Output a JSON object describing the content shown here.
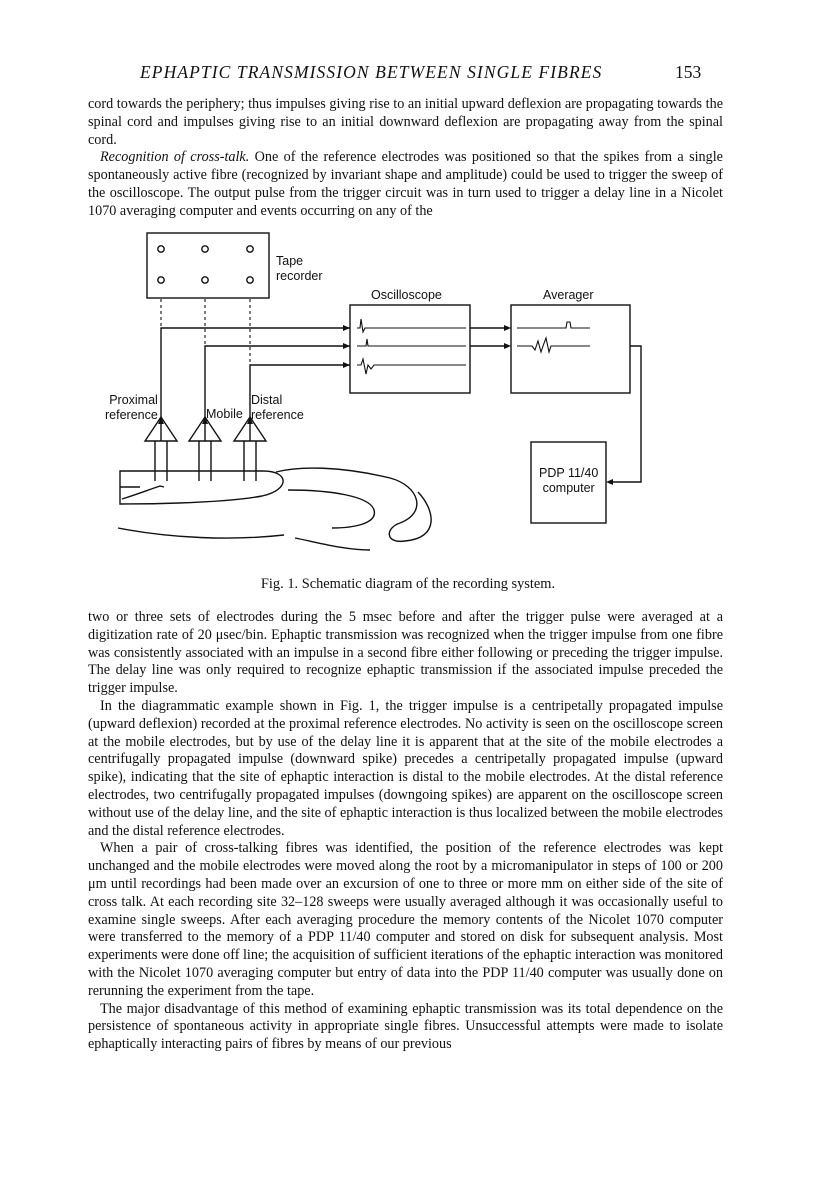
{
  "header": {
    "running_title": "EPHAPTIC TRANSMISSION BETWEEN SINGLE FIBRES",
    "page_number": "153"
  },
  "body": {
    "p1": "cord towards the periphery; thus impulses giving rise to an initial upward deflexion are propagating towards the spinal cord and impulses giving rise to an initial downward deflexion are propagating away from the spinal cord.",
    "p2_runin": "Recognition of cross-talk.",
    "p2": " One of the reference electrodes was positioned so that the spikes from a single spontaneously active fibre (recognized by invariant shape and amplitude) could be used to trigger the sweep of the oscilloscope. The output pulse from the trigger circuit was in turn used to trigger a delay line in a Nicolet 1070 averaging computer and events occurring on any of the",
    "p3": "two or three sets of electrodes during the 5 msec before and after the trigger pulse were averaged at a digitization rate of 20 μsec/bin. Ephaptic transmission was recognized when the trigger impulse from one fibre was consistently associated with an impulse in a second fibre either following or preceding the trigger impulse. The delay line was only required to recognize ephaptic transmission if the associated impulse preceded the trigger impulse.",
    "p4": "In the diagrammatic example shown in Fig. 1, the trigger impulse is a centripetally propagated impulse (upward deflexion) recorded at the proximal reference electrodes. No activity is seen on the oscilloscope screen at the mobile electrodes, but by use of the delay line it is apparent that at the site of the mobile electrodes a centrifugally propagated impulse (downward spike) precedes a centripetally propagated impulse (upward spike), indicating that the site of ephaptic interaction is distal to the mobile electrodes. At the distal reference electrodes, two centrifugally propagated impulses (downgoing spikes) are apparent on the oscilloscope screen without use of the delay line, and the site of ephaptic interaction is thus localized between the mobile electrodes and the distal reference electrodes.",
    "p5": "When a pair of cross-talking fibres was identified, the position of the reference electrodes was kept unchanged and the mobile electrodes were moved along the root by a micromanipulator in steps of 100 or 200 μm until recordings had been made over an excursion of one to three or more mm on either side of the site of cross talk. At each recording site 32–128 sweeps were usually averaged although it was occasionally useful to examine single sweeps. After each averaging procedure the memory contents of the Nicolet 1070 computer were transferred to the memory of a PDP 11/40 computer and stored on disk for subsequent analysis. Most experiments were done off line; the acquisition of sufficient iterations of the ephaptic interaction was monitored with the Nicolet 1070 averaging computer but entry of data into the PDP 11/40 computer was usually done on rerunning the experiment from the tape.",
    "p6": "The major disadvantage of this method of examining ephaptic transmission was its total dependence on the persistence of spontaneous activity in appropriate single fibres. Unsuccessful attempts were made to isolate ephaptically interacting pairs of fibres by means of our previous"
  },
  "figure": {
    "tape_recorder_label": "Tape\nrecorder",
    "oscilloscope_label": "Oscilloscope",
    "averager_label": "Averager",
    "proximal_label": "Proximal\nreference",
    "mobile_label": "Mobile",
    "distal_label": "Distal\nreference",
    "computer_label": "PDP 11/40\ncomputer",
    "caption": "Fig. 1. Schematic diagram of the recording system."
  }
}
